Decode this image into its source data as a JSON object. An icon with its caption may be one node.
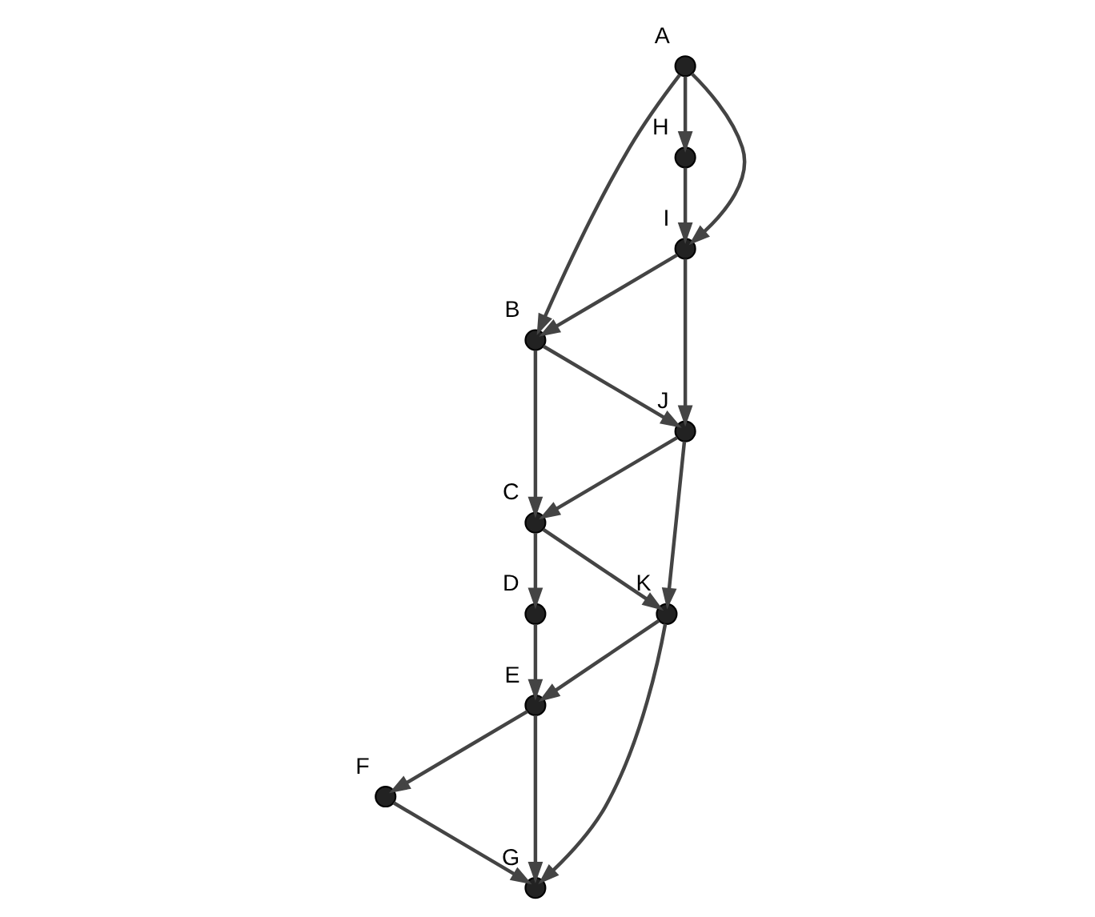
{
  "diagram": {
    "nodes": [
      {
        "text": [],
        "shape": "circle",
        "beside": [
          "A"
        ]
      },
      {
        "text": [],
        "shape": "circle",
        "beside": [
          "B"
        ]
      },
      {
        "text": [],
        "shape": "circle",
        "beside": [
          "C"
        ]
      },
      {
        "text": [],
        "shape": "circle",
        "beside": [
          "D"
        ]
      },
      {
        "text": [],
        "shape": "circle",
        "beside": [
          "E"
        ]
      },
      {
        "text": [],
        "shape": "circle",
        "beside": [
          "F"
        ]
      },
      {
        "text": [],
        "shape": "circle",
        "beside": [
          "G"
        ]
      },
      {
        "text": [],
        "shape": "circle",
        "beside": [
          "H"
        ]
      },
      {
        "text": [],
        "shape": "circle",
        "beside": [
          "I"
        ]
      },
      {
        "text": [],
        "shape": "circle",
        "beside": [
          "J"
        ]
      },
      {
        "text": [],
        "shape": "circle",
        "beside": [
          "K"
        ]
      }
    ],
    "edges": [
      {
        "from": 0,
        "to": 1,
        "arrow": "to"
      },
      {
        "from": 0,
        "to": 7,
        "arrow": "to"
      },
      {
        "from": 0,
        "to": 8,
        "arrow": "to"
      },
      {
        "from": 7,
        "to": 8,
        "arrow": "to"
      },
      {
        "from": 8,
        "to": 9,
        "arrow": "to"
      },
      {
        "from": 8,
        "to": 1,
        "arrow": "to"
      },
      {
        "from": 1,
        "to": 2,
        "arrow": "to"
      },
      {
        "from": 1,
        "to": 9,
        "arrow": "to"
      },
      {
        "from": 2,
        "to": 3,
        "arrow": "to"
      },
      {
        "from": 3,
        "to": 4,
        "arrow": "to"
      },
      {
        "from": 9,
        "to": 2,
        "arrow": "to"
      },
      {
        "from": 9,
        "to": 10,
        "arrow": "to"
      },
      {
        "from": 2,
        "to": 10,
        "arrow": "to"
      },
      {
        "from": 10,
        "to": 4,
        "arrow": "to"
      },
      {
        "from": 4,
        "to": 5,
        "arrow": "to"
      },
      {
        "from": 4,
        "to": 6,
        "arrow": "to"
      },
      {
        "from": 5,
        "to": 6,
        "arrow": "to"
      },
      {
        "from": 10,
        "to": 6,
        "arrow": "to"
      }
    ]
  }
}
